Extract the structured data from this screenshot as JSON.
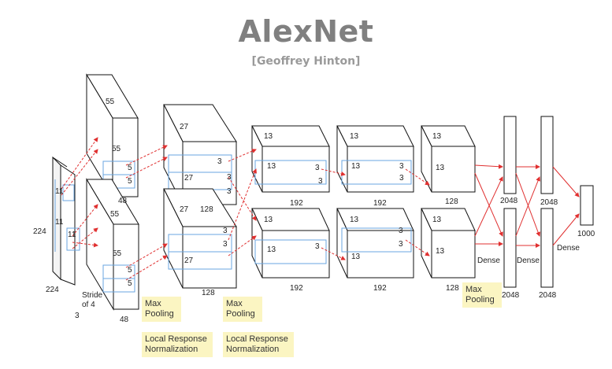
{
  "header": {
    "title": "AlexNet",
    "subtitle": "[Geoffrey Hinton]"
  },
  "colors": {
    "arrow": "#e03030",
    "box_edge": "#111111",
    "inner_edge": "#6aa6e0",
    "note_bg": "#fbf5c2",
    "title": "#808080"
  },
  "input": {
    "height_label": "224",
    "width_label": "224",
    "depth_label": "3",
    "kernel_label_1": "11",
    "kernel_label_2": "11",
    "kernel_label_3": "11",
    "stride_label_1": "Stride",
    "stride_label_2": "of 4"
  },
  "conv1": {
    "size_label_top": "55",
    "size_label_bottom": "55",
    "inner_label": "55",
    "depth_label": "48",
    "kernel_label": "5"
  },
  "conv2": {
    "size_label": "27",
    "inner_label": "27",
    "depth_label": "128",
    "kernel_label": "3"
  },
  "conv3": {
    "size_label": "13",
    "inner_label": "13",
    "depth_label": "192",
    "kernel_label": "3"
  },
  "conv4": {
    "size_label": "13",
    "inner_label": "13",
    "depth_label": "192",
    "kernel_label": "3"
  },
  "conv5": {
    "size_label": "13",
    "inner_label": "13",
    "depth_label": "128"
  },
  "dense": {
    "fc_size": "2048",
    "output_size": "1000",
    "label": "Dense"
  },
  "notes": {
    "max_pooling": "Max\nPooling",
    "lrn": "Local Response\nNormalization"
  }
}
